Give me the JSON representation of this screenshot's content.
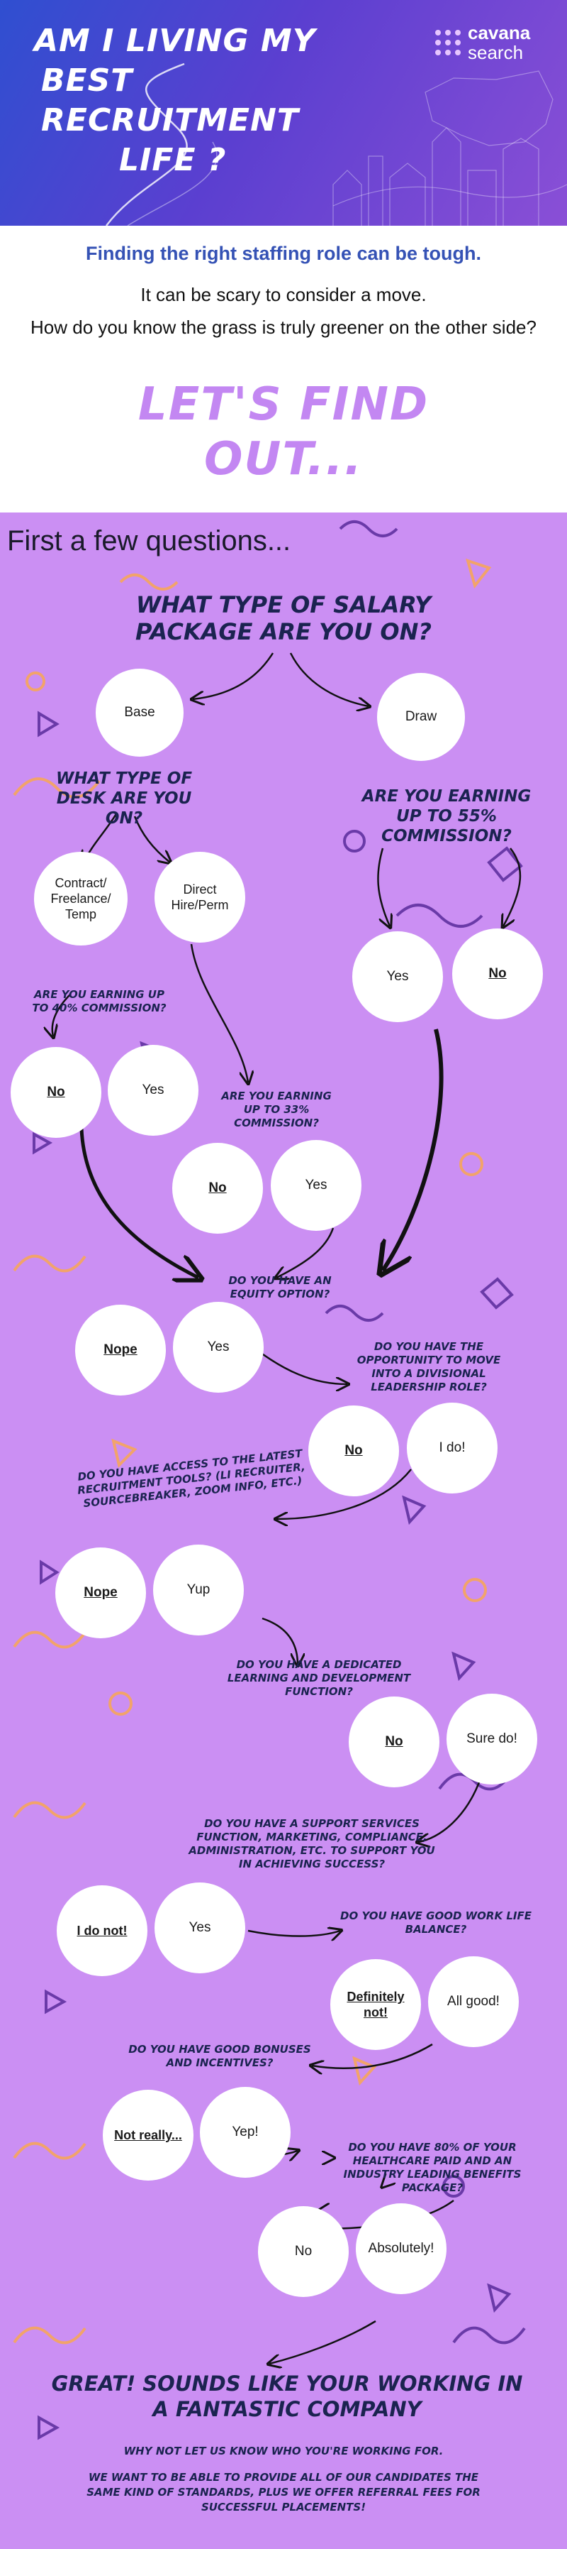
{
  "header": {
    "title_lines": [
      "Am I living my",
      "best recruitment",
      "life ?"
    ],
    "logo_bold": "cavana",
    "logo_light": "search"
  },
  "intro": {
    "headline": "Finding the right staffing role can be tough.",
    "line1": "It can be scary to consider a move.",
    "line2": "How do you know the grass is truly greener on the other side?",
    "cta_line1": "Let's find",
    "cta_line2": "out..."
  },
  "quiz": {
    "first": "First a few questions...",
    "q_salary": "What type of salary package are you on?",
    "a_base": "Base",
    "a_draw": "Draw",
    "q_desk": "What type of Desk are you on?",
    "a_contract": "Contract/ Freelance/ Temp",
    "a_direct": "Direct Hire/Perm",
    "q_draw55": "Are you earning up to 55% commission?",
    "a_draw_yes": "Yes",
    "a_draw_no": "No",
    "q_contract40": "Are you earning up to 40% commission?",
    "a_c_no": "No",
    "a_c_yes": "Yes",
    "q_direct33": "Are you earning up to 33% commission?",
    "a_d_no": "No",
    "a_d_yes": "Yes",
    "q_equity": "Do you have an equity option?",
    "a_eq_no": "Nope",
    "a_eq_yes": "Yes",
    "q_divisional": "Do you have the opportunity to move into a divisional leadership role?",
    "a_div_no": "No",
    "a_div_yes": "I do!",
    "q_tools": "Do you have access to the latest recruitment tools? (LI Recruiter, Sourcebreaker, Zoom Info, etc.)",
    "a_tools_no": "Nope",
    "a_tools_yes": "Yup",
    "q_learning": "Do you have a dedicated learning and development function?",
    "a_learn_no": "No",
    "a_learn_yes": "Sure do!",
    "q_support": "Do you have a support services function, Marketing, Compliance, Administration, etc. to support you in achieving success?",
    "a_sup_no": "I do not!",
    "a_sup_yes": "Yes",
    "q_balance": "Do you have good work life balance?",
    "a_bal_no": "Definitely not!",
    "a_bal_yes": "All good!",
    "q_bonus": "Do you have good Bonuses and incentives?",
    "a_bon_no": "Not really...",
    "a_bon_yes": "Yep!",
    "q_health": "Do you have 80% of your healthcare paid and an industry leading benefits package?",
    "a_h_no": "No",
    "a_h_yes": "Absolutely!"
  },
  "result": {
    "headline": "GREAT! Sounds like your working in a Fantastic company",
    "line1": "Why not let us know who you're working for.",
    "line2": "We want to be able to provide all of our candidates the same kind of standards, PLUS we offer referral fees for successful placements!"
  },
  "colors": {
    "banner_start": "#2f4fd0",
    "banner_end": "#8a4fd6",
    "headline_blue": "#3552b5",
    "cta_lilac": "#c387f2",
    "quiz_bg": "#cb8ff3",
    "question_navy": "#1b2350",
    "deco_orange": "#f2a36a",
    "deco_purple": "#6a3aa8"
  }
}
